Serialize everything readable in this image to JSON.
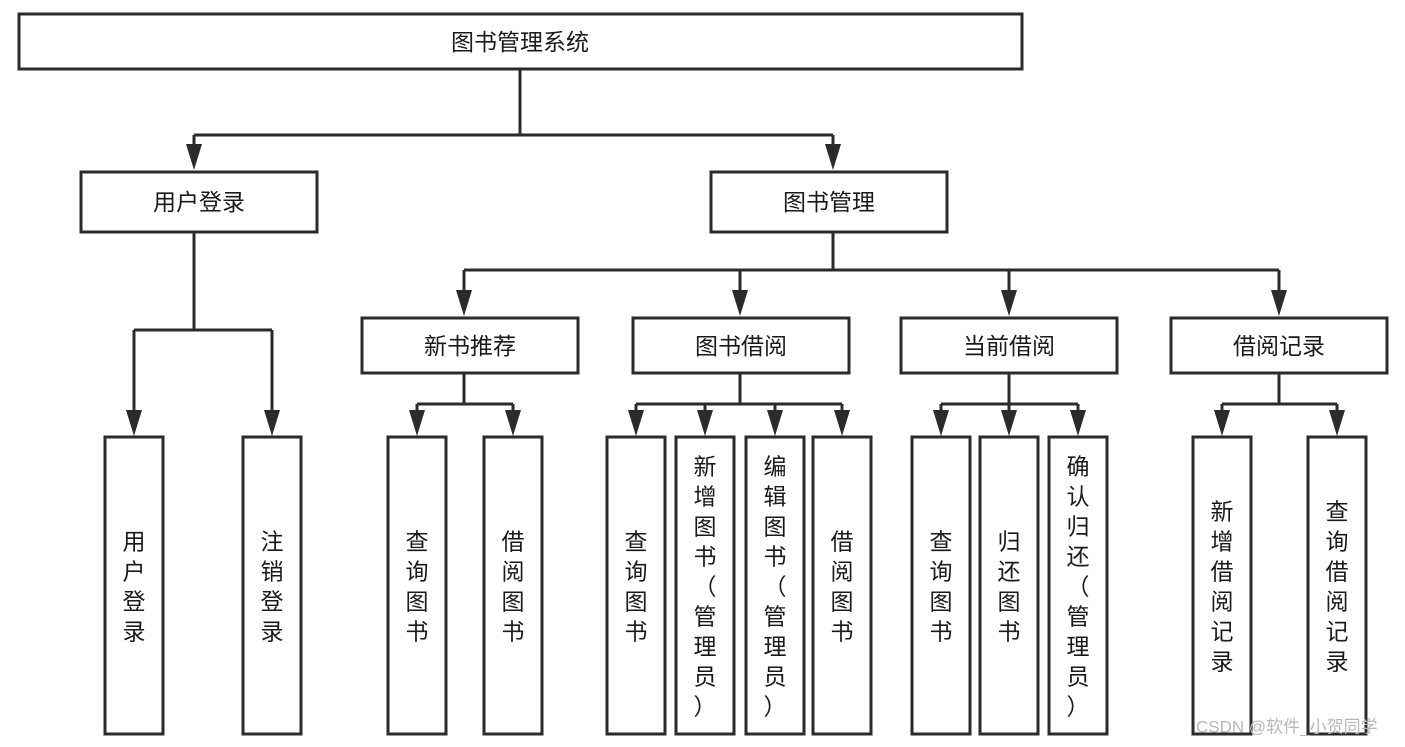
{
  "diagram": {
    "title": "图书管理系统",
    "type": "tree-hierarchy",
    "watermark": "CSDN @软件_小贺同学",
    "colors": {
      "box_stroke": "#2b2b2b",
      "box_fill": "#ffffff",
      "connector": "#2b2b2b",
      "text": "#1a1a1a",
      "watermark": "#b8b8b8",
      "background": "#ffffff"
    },
    "root": {
      "label": "图书管理系统",
      "orientation": "horizontal"
    },
    "level2": [
      {
        "label": "用户登录",
        "orientation": "horizontal"
      },
      {
        "label": "图书管理",
        "orientation": "horizontal"
      }
    ],
    "level3": [
      {
        "label": "新书推荐",
        "orientation": "horizontal"
      },
      {
        "label": "图书借阅",
        "orientation": "horizontal"
      },
      {
        "label": "当前借阅",
        "orientation": "horizontal"
      },
      {
        "label": "借阅记录",
        "orientation": "horizontal"
      }
    ],
    "leaves": {
      "user_login": [
        {
          "label": "用户登录",
          "orientation": "vertical"
        },
        {
          "label": "注销登录",
          "orientation": "vertical"
        }
      ],
      "new_book_recommend": [
        {
          "label": "查询图书",
          "orientation": "vertical"
        },
        {
          "label": "借阅图书",
          "orientation": "vertical"
        }
      ],
      "book_borrow": [
        {
          "label": "查询图书",
          "orientation": "vertical"
        },
        {
          "label": "新增图书（管理员）",
          "orientation": "vertical"
        },
        {
          "label": "编辑图书（管理员）",
          "orientation": "vertical"
        },
        {
          "label": "借阅图书",
          "orientation": "vertical"
        }
      ],
      "current_borrow": [
        {
          "label": "查询图书",
          "orientation": "vertical"
        },
        {
          "label": "归还图书",
          "orientation": "vertical"
        },
        {
          "label": "确认归还（管理员）",
          "orientation": "vertical"
        }
      ],
      "borrow_record": [
        {
          "label": "新增借阅记录",
          "orientation": "vertical"
        },
        {
          "label": "查询借阅记录",
          "orientation": "vertical"
        }
      ]
    }
  }
}
